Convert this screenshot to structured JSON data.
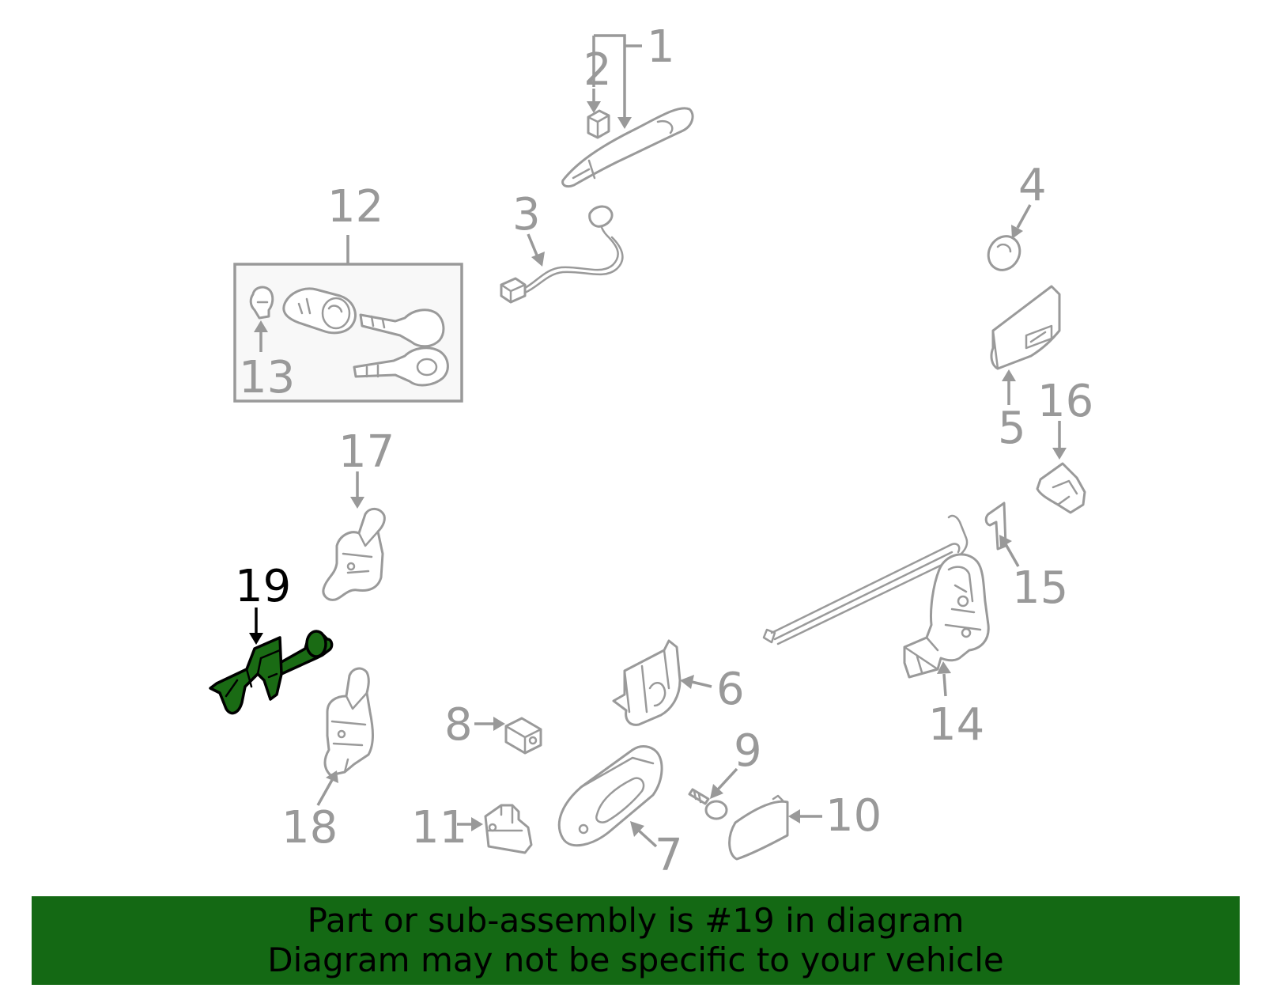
{
  "highlight_color": "#1a6b14",
  "banner_color": "#146914",
  "callouts": {
    "c1": "1",
    "c2": "2",
    "c3": "3",
    "c4": "4",
    "c5": "5",
    "c6": "6",
    "c7": "7",
    "c8": "8",
    "c9": "9",
    "c10": "10",
    "c11": "11",
    "c12": "12",
    "c13": "13",
    "c14": "14",
    "c15": "15",
    "c16": "16",
    "c17": "17",
    "c18": "18",
    "c19": "19"
  },
  "banner": {
    "line1": "Part or sub-assembly is #19 in diagram",
    "line2": "Diagram may not be specific to your vehicle"
  }
}
